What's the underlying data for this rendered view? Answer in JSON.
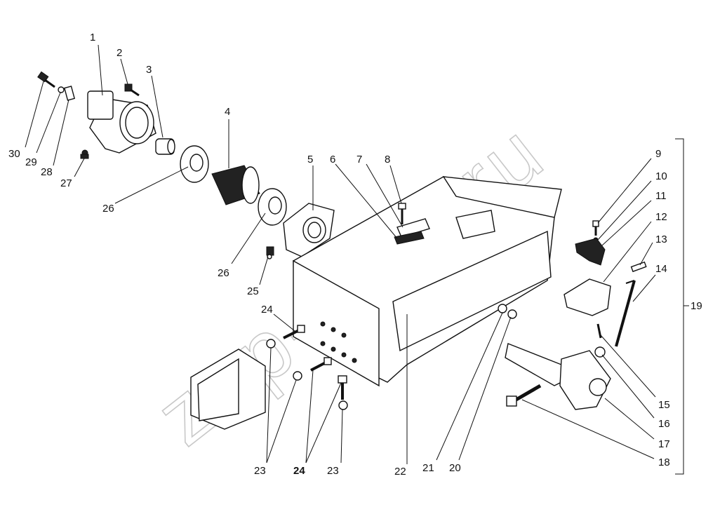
{
  "watermark": "zap-kam.ru",
  "callouts": [
    {
      "id": "1",
      "text": "1"
    },
    {
      "id": "2",
      "text": "2"
    },
    {
      "id": "3",
      "text": "3"
    },
    {
      "id": "4",
      "text": "4"
    },
    {
      "id": "5",
      "text": "5"
    },
    {
      "id": "6",
      "text": "6"
    },
    {
      "id": "7",
      "text": "7"
    },
    {
      "id": "8",
      "text": "8"
    },
    {
      "id": "9",
      "text": "9"
    },
    {
      "id": "10",
      "text": "10"
    },
    {
      "id": "11",
      "text": "11"
    },
    {
      "id": "12",
      "text": "12"
    },
    {
      "id": "13",
      "text": "13"
    },
    {
      "id": "14",
      "text": "14"
    },
    {
      "id": "15",
      "text": "15"
    },
    {
      "id": "16",
      "text": "16"
    },
    {
      "id": "17",
      "text": "17"
    },
    {
      "id": "18",
      "text": "18"
    },
    {
      "id": "19",
      "text": "19"
    },
    {
      "id": "20",
      "text": "20"
    },
    {
      "id": "21",
      "text": "21"
    },
    {
      "id": "22",
      "text": "22"
    },
    {
      "id": "23a",
      "text": "23"
    },
    {
      "id": "23b",
      "text": "23"
    },
    {
      "id": "24a",
      "text": "24"
    },
    {
      "id": "24b",
      "text": "24"
    },
    {
      "id": "25",
      "text": "25"
    },
    {
      "id": "26a",
      "text": "26"
    },
    {
      "id": "26b",
      "text": "26"
    },
    {
      "id": "27",
      "text": "27"
    },
    {
      "id": "28",
      "text": "28"
    },
    {
      "id": "29",
      "text": "29"
    },
    {
      "id": "30",
      "text": "30"
    }
  ]
}
